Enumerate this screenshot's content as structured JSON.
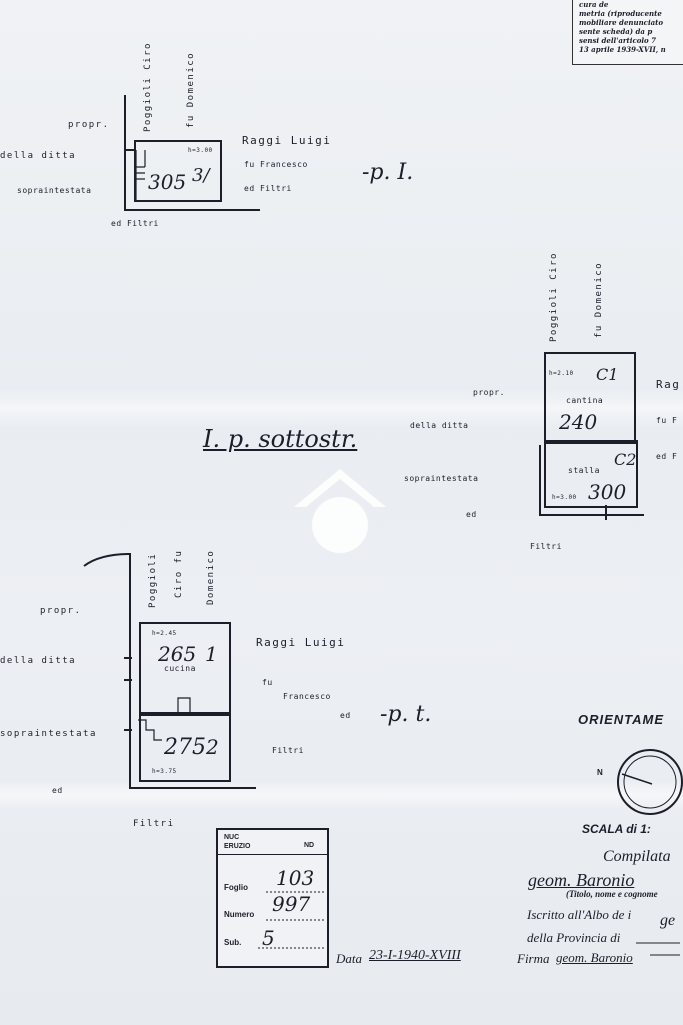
{
  "stamp": {
    "lines": [
      "cura de",
      "metria (riproducente",
      "mobiliare denunciato",
      "sente scheda) da p",
      "sensi dell'articolo 7",
      "13 aprile 1939-XVII, n"
    ]
  },
  "pi": {
    "neighbor_vertical_1": "Poggioli Ciro",
    "neighbor_vertical_2": "fu Domenico",
    "propr": "propr.",
    "ditta": "della ditta",
    "sopraintestata": "sopraintestata",
    "ed_filtri": "ed Filtri",
    "room_h": "h=3.00",
    "room_num": "305",
    "room_sub": "3/",
    "right_1": "Raggi Luigi",
    "right_2": "fu Francesco",
    "right_3": "ed Filtri",
    "floor_label": "-p. I."
  },
  "sottostrada": {
    "floor_label": "I. p. sottostr.",
    "ditta": "della ditta",
    "sopraintestata": "sopraintestata",
    "ed": "ed",
    "filtri": "Filtri",
    "propr": "propr.",
    "neighbor_vertical_1": "Poggioli Ciro",
    "neighbor_vertical_2": "fu Domenico",
    "room1_h": "h=2.10",
    "room1_name": "cantina",
    "room1_num": "240",
    "room1_sub": "C1",
    "room2_name": "stalla",
    "room2_h": "h=3.00",
    "room2_num": "300",
    "room2_sub": "C2",
    "right_1": "Rag",
    "right_2": "fu F",
    "right_3": "ed F"
  },
  "pt": {
    "neighbor_vertical_1": "Poggioli",
    "neighbor_vertical_2": "Ciro fu",
    "neighbor_vertical_3": "Domenico",
    "propr": "propr.",
    "ditta": "della ditta",
    "sopraintestata": "sopraintestata",
    "ed": "ed",
    "filtri": "Filtri",
    "room1_h": "h=2.45",
    "room1_num": "265",
    "room1_sub": "1",
    "room1_name": "cucina",
    "room2_num": "275",
    "room2_sub": "2",
    "room2_h": "h=3.75",
    "right_1": "Raggi Luigi",
    "right_2": "fu",
    "right_3": "Francesco",
    "right_4": "ed",
    "right_5": "Filtri",
    "floor_label": "-p. t."
  },
  "orient": {
    "title": "ORIENTAME",
    "n": "N"
  },
  "footer": {
    "scala": "SCALA di 1:",
    "compilata": "Compilata",
    "name": "geom. Baronio",
    "subtitle": "(Titolo, nome e cognome",
    "iscritto": "Iscritto all'Albo de i",
    "iscritto_val": "ge",
    "provincia": "della Provincia di",
    "data_label": "Data",
    "data_val": "23-I-1940-XVIII",
    "firma": "Firma",
    "firma_val": "geom. Baronio"
  },
  "infobox": {
    "hdr1": "NUC",
    "hdr2": "ERUZIO",
    "hdr3": "ND",
    "foglio_label": "Foglio",
    "foglio_val": "103",
    "numero_label": "Numero",
    "numero_val": "997",
    "sub_label": "Sub.",
    "sub_val": "5"
  }
}
